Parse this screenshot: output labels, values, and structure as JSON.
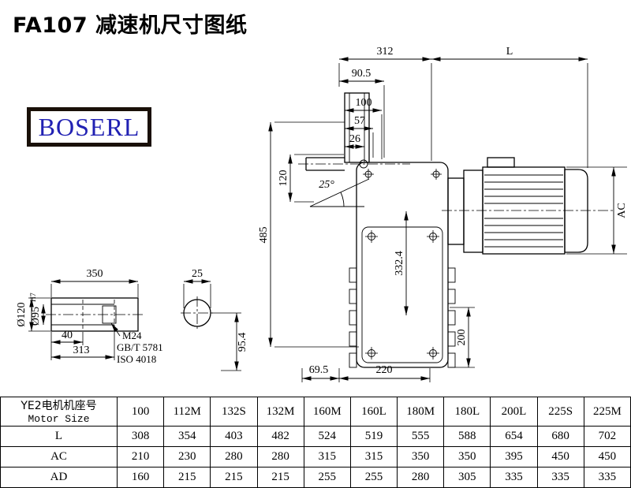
{
  "title": "FA107 减速机尺寸图纸",
  "logo": {
    "text": "BOSERL"
  },
  "colors": {
    "line": "#000000",
    "logo_text": "#2121b3",
    "logo_border": "#191008",
    "table_border": "#000000",
    "background": "#ffffff"
  },
  "drawing": {
    "dims": {
      "top_width": "312",
      "motor_length": "L",
      "d90_5": "90.5",
      "d100": "100",
      "d57": "57",
      "d26": "26",
      "d120": "120",
      "angle": "25°",
      "height_485": "485",
      "motor_diameter": "AC",
      "d332_4": "332.4",
      "d200": "200",
      "d69_5": "69.5",
      "d220": "220"
    },
    "shaft": {
      "d350": "350",
      "d25": "25",
      "dia120": "Ø120",
      "dia95": "Ø95",
      "dia95_tol": "H7",
      "d40": "40",
      "d313": "313",
      "thread": "M24",
      "standard1": "GB/T 5781",
      "standard2": "ISO 4018",
      "d95_4": "95.4"
    }
  },
  "table": {
    "header_line1": "YE2电机机座号",
    "header_line2": "Motor Size",
    "columns": [
      "100",
      "112M",
      "132S",
      "132M",
      "160M",
      "160L",
      "180M",
      "180L",
      "200L",
      "225S",
      "225M"
    ],
    "rows": [
      {
        "label": "L",
        "values": [
          "308",
          "354",
          "403",
          "482",
          "524",
          "519",
          "555",
          "588",
          "654",
          "680",
          "702"
        ]
      },
      {
        "label": "AC",
        "values": [
          "210",
          "230",
          "280",
          "280",
          "315",
          "315",
          "350",
          "350",
          "395",
          "450",
          "450"
        ]
      },
      {
        "label": "AD",
        "values": [
          "160",
          "215",
          "215",
          "215",
          "255",
          "255",
          "280",
          "305",
          "335",
          "335",
          "335"
        ]
      }
    ]
  }
}
